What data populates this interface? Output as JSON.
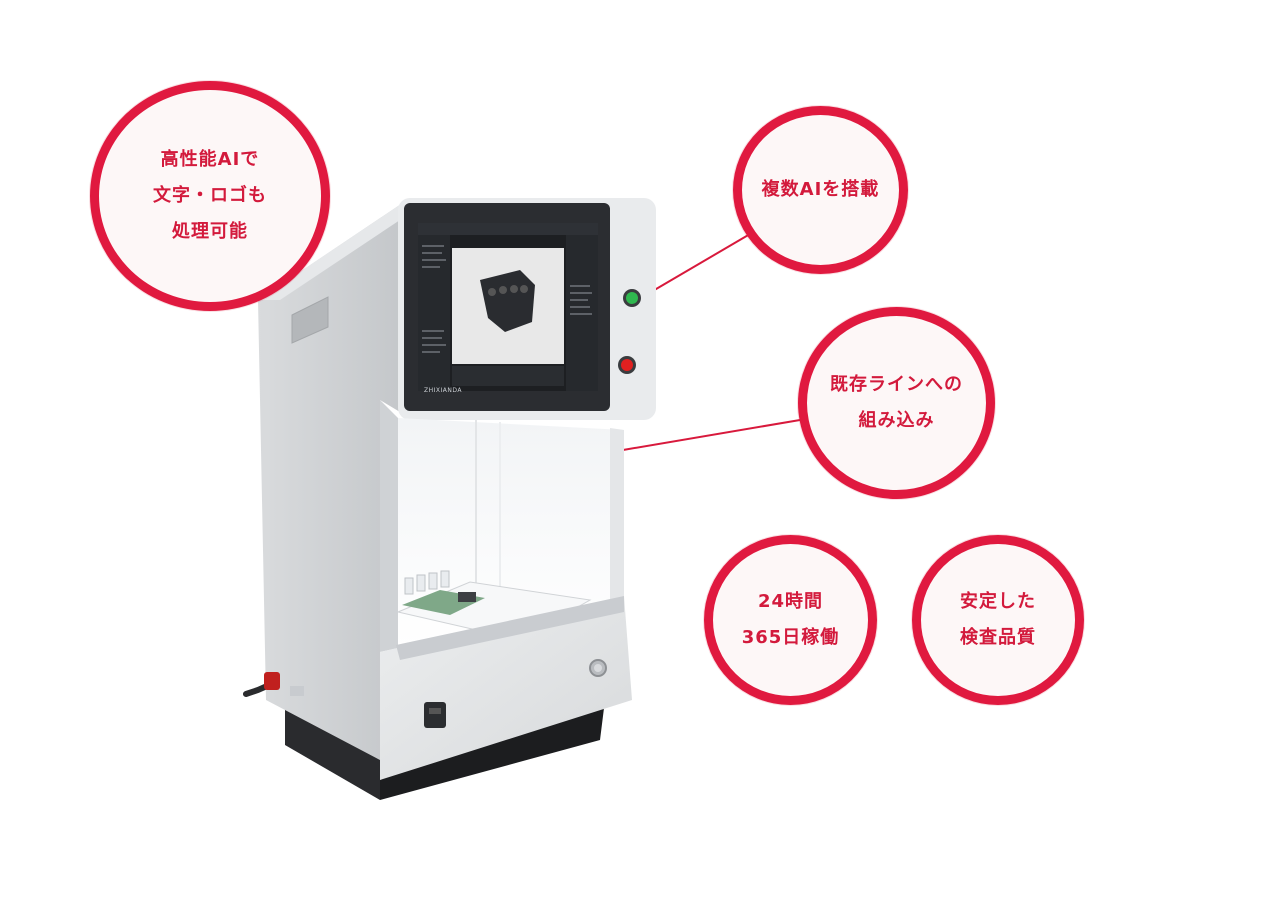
{
  "machine": {
    "brand_label": "ZHIXIANDA",
    "indicator_colors": {
      "green": "#2fb84f",
      "red": "#e02020"
    }
  },
  "features": [
    {
      "label": "高性能AIで\n文字・ロゴも\n処理可能"
    },
    {
      "label": "複数AIを搭載"
    },
    {
      "label": "既存ラインへの\n組み込み"
    },
    {
      "label": "24時間\n365日稼働"
    },
    {
      "label": "安定した\n検査品質"
    }
  ],
  "accent_color": "#e0193f"
}
